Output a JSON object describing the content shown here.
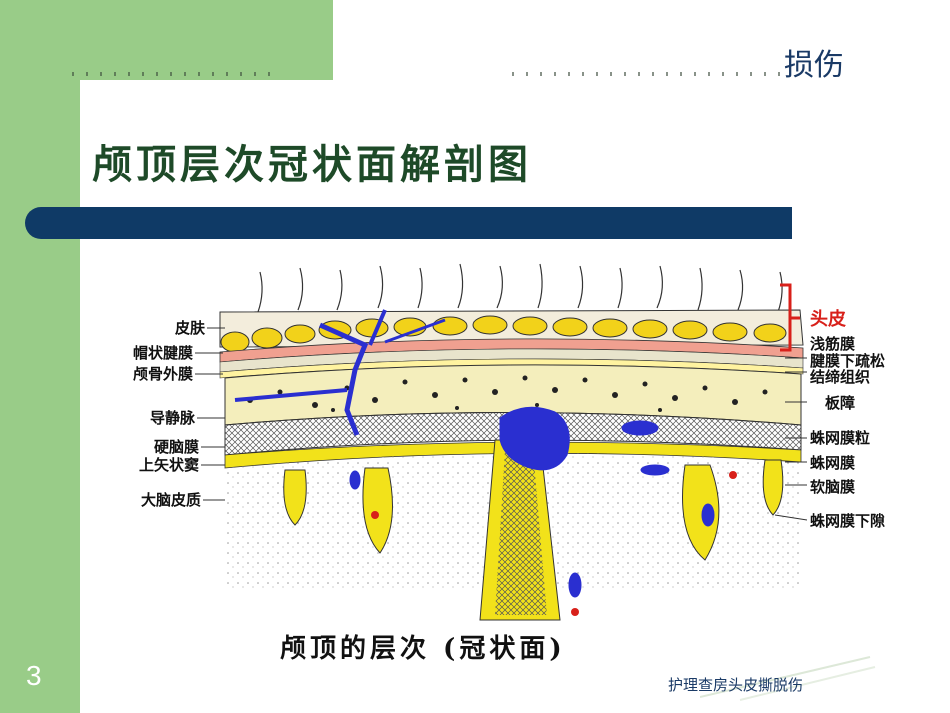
{
  "header": {
    "title_fragment": "损伤"
  },
  "slide": {
    "title": "颅顶层次冠状面解剖图",
    "page_number": "3",
    "footer": "护理查房头皮撕脱伤"
  },
  "figure": {
    "caption": "颅顶的层次 (冠状面)",
    "labels_left": {
      "skin": "皮肤",
      "galea": "帽状腱膜",
      "pericranium": "颅骨外膜",
      "emissary_vein": "导静脉",
      "dura": "硬脑膜",
      "sagittal_sinus": "上矢状窦",
      "cortex": "大脑皮质"
    },
    "labels_right": {
      "scalp": "头皮",
      "superficial_fascia": "浅筋膜",
      "subaponeurotic_1": "腱膜下疏松",
      "subaponeurotic_2": "结缔组织",
      "diploe": "板障",
      "arachnoid_granulation": "蛛网膜粒",
      "arachnoid": "蛛网膜",
      "pia": "软脑膜",
      "subarachnoid": "蛛网膜下隙"
    }
  },
  "colors": {
    "green": "#99cc88",
    "navy_bar": "#0f3a66",
    "title_green": "#1e4a28",
    "fat_yellow": "#f2d21a",
    "blue_vessel": "#2a2fd0",
    "scalp_red": "#e0201a"
  }
}
